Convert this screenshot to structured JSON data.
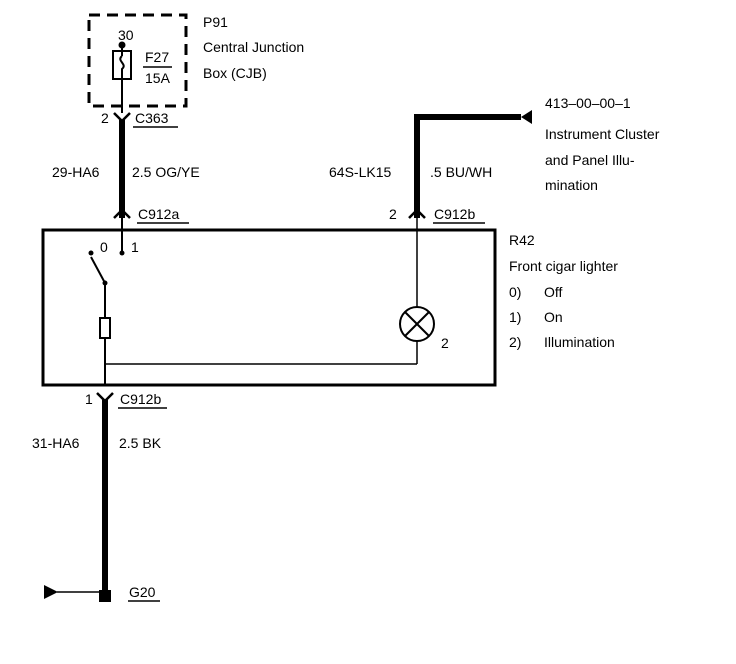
{
  "fuse_box": {
    "id": "P91",
    "line1": "Central Junction",
    "line2": "Box (CJB)",
    "fuse_pin": "30",
    "fuse_id": "F27",
    "fuse_rating": "15A",
    "connector_pin": "2",
    "connector": "C363"
  },
  "wire_supply": {
    "circuit": "29-HA6",
    "spec": "2.5 OG/YE"
  },
  "wire_illumination": {
    "circuit": "64S-LK15",
    "spec": ".5 BU/WH"
  },
  "ref_cluster": {
    "ref": "413–00–00–1",
    "line1": "Instrument Cluster",
    "line2": "and Panel Illu-",
    "line3": "mination"
  },
  "lighter": {
    "connector_a": "C912a",
    "connector_b": "C912b",
    "pin_b": "2",
    "switch_pos_0": "0",
    "switch_pos_1": "1",
    "lamp_pin": "2",
    "ground_pin": "1",
    "ground_connector": "C912b",
    "id": "R42",
    "name": "Front cigar lighter",
    "legend": [
      {
        "num": "0)",
        "text": "Off"
      },
      {
        "num": "1)",
        "text": "On"
      },
      {
        "num": "2)",
        "text": "Illumination"
      }
    ]
  },
  "wire_ground": {
    "circuit": "31-HA6",
    "spec": "2.5 BK"
  },
  "ground": {
    "id": "G20"
  }
}
